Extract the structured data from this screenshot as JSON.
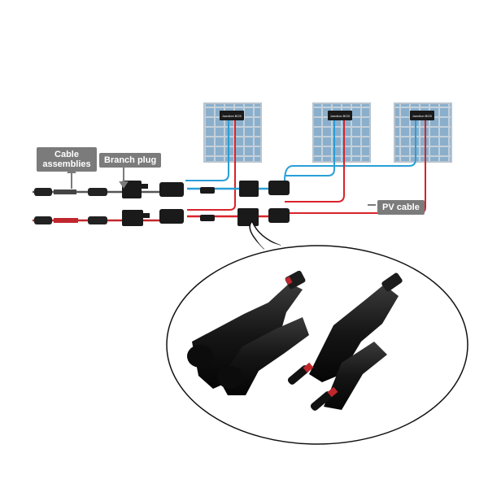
{
  "labels": {
    "cable_assemblies": "Cable assemblies",
    "branch_plug": "Branch plug",
    "pv_cable": "PV cable"
  },
  "panels": [
    {
      "box_label": "Junction BOX"
    },
    {
      "box_label": "Junction BOX"
    },
    {
      "box_label": "Junction BOX"
    }
  ],
  "colors": {
    "positive_wire": "#d9232a",
    "negative_wire": "#2a9fd6",
    "label_bg": "#7b7b7b",
    "panel_cell": "#8fb3cf",
    "panel_frame": "#c9d3db",
    "connector_body": "#1c1c1c"
  }
}
